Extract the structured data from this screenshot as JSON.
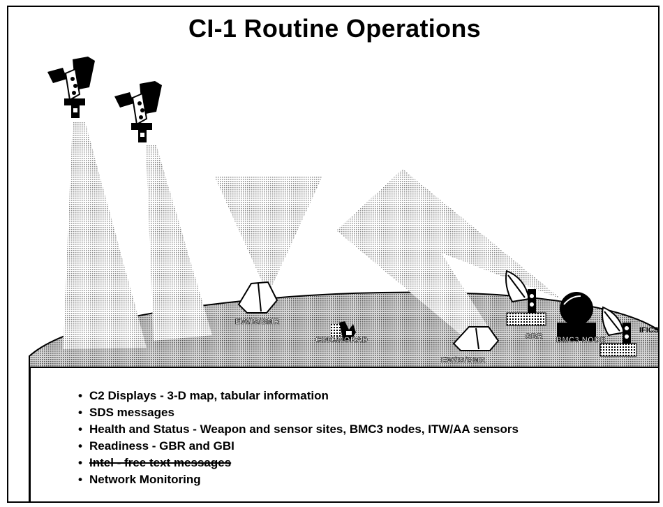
{
  "title": "CI-1 Routine Operations",
  "sites": {
    "ewr_left": "EW/IS/BMR",
    "command_center": "CINC/NORAD",
    "ewr_right": "EW/IS/BMR",
    "gbr": "GBR",
    "bmc3_node": "BMC3 NODE",
    "ifics": "IFICS"
  },
  "bullets": [
    "C2 Displays - 3-D map, tabular information",
    "SDS messages",
    "Health and Status - Weapon and sensor sites, BMC3 nodes, ITW/AA sensors",
    "Readiness - GBR and GBI",
    "Intel - free text messages",
    "Network Monitoring"
  ],
  "struck_bullet_index": 4,
  "icons": [
    "satellite-icon",
    "satellite-icon",
    "radar-pyramid-icon",
    "command-center-icon",
    "radar-pyramid-icon",
    "radar-dish-icon",
    "radome-icon",
    "radar-dish-icon"
  ]
}
